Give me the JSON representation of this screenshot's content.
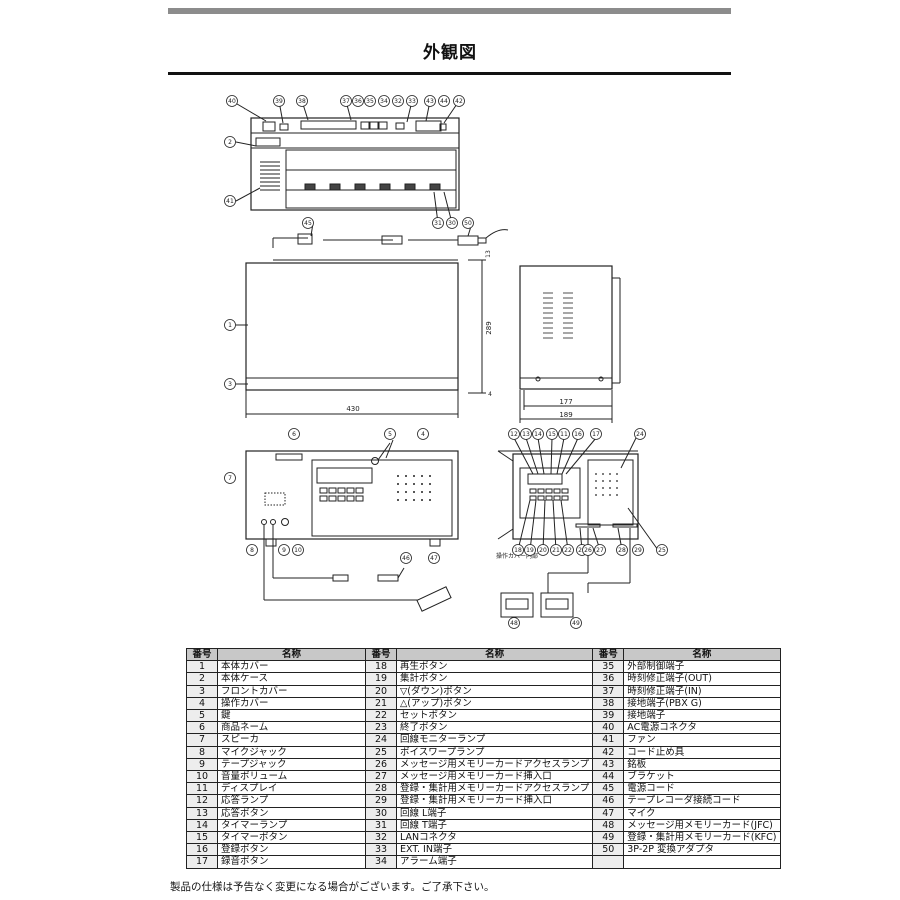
{
  "page": {
    "title": "外観図"
  },
  "drawing": {
    "dims": {
      "width": "430",
      "height": "289",
      "depth_inner": "177",
      "depth_outer": "189",
      "small_top": "13",
      "small_bottom": "4"
    },
    "notes": {
      "inner_cover": "操作カバー内部"
    },
    "callouts": [
      "1",
      "2",
      "3",
      "4",
      "5",
      "6",
      "7",
      "8",
      "9",
      "10",
      "11",
      "12",
      "13",
      "14",
      "15",
      "16",
      "17",
      "18",
      "19",
      "20",
      "21",
      "22",
      "23",
      "24",
      "25",
      "26",
      "27",
      "28",
      "29",
      "30",
      "31",
      "32",
      "33",
      "34",
      "35",
      "36",
      "37",
      "38",
      "39",
      "40",
      "41",
      "42",
      "43",
      "44",
      "45",
      "46",
      "47",
      "48",
      "49",
      "50"
    ]
  },
  "table": {
    "headers": {
      "num": "番号",
      "name": "名称"
    },
    "rows": [
      [
        {
          "n": "1",
          "t": "本体カバー"
        },
        {
          "n": "18",
          "t": "再生ボタン"
        },
        {
          "n": "35",
          "t": "外部制御端子"
        }
      ],
      [
        {
          "n": "2",
          "t": "本体ケース"
        },
        {
          "n": "19",
          "t": "集計ボタン"
        },
        {
          "n": "36",
          "t": "時刻修正端子(OUT)"
        }
      ],
      [
        {
          "n": "3",
          "t": "フロントカバー"
        },
        {
          "n": "20",
          "t": "▽(ダウン)ボタン"
        },
        {
          "n": "37",
          "t": "時刻修正端子(IN)"
        }
      ],
      [
        {
          "n": "4",
          "t": "操作カバー"
        },
        {
          "n": "21",
          "t": "△(アップ)ボタン"
        },
        {
          "n": "38",
          "t": "接地端子(PBX G)"
        }
      ],
      [
        {
          "n": "5",
          "t": "鍵"
        },
        {
          "n": "22",
          "t": "セットボタン"
        },
        {
          "n": "39",
          "t": "接地端子"
        }
      ],
      [
        {
          "n": "6",
          "t": "商品ネーム"
        },
        {
          "n": "23",
          "t": "終了ボタン"
        },
        {
          "n": "40",
          "t": "AC電源コネクタ"
        }
      ],
      [
        {
          "n": "7",
          "t": "スピーカ"
        },
        {
          "n": "24",
          "t": "回線モニターランプ"
        },
        {
          "n": "41",
          "t": "ファン"
        }
      ],
      [
        {
          "n": "8",
          "t": "マイクジャック"
        },
        {
          "n": "25",
          "t": "ボイスワープランプ"
        },
        {
          "n": "42",
          "t": "コード止め具"
        }
      ],
      [
        {
          "n": "9",
          "t": "テープジャック"
        },
        {
          "n": "26",
          "t": "メッセージ用メモリーカードアクセスランプ"
        },
        {
          "n": "43",
          "t": "銘板"
        }
      ],
      [
        {
          "n": "10",
          "t": "音量ボリューム"
        },
        {
          "n": "27",
          "t": "メッセージ用メモリーカード挿入口"
        },
        {
          "n": "44",
          "t": "ブラケット"
        }
      ],
      [
        {
          "n": "11",
          "t": "ディスプレイ"
        },
        {
          "n": "28",
          "t": "登録・集計用メモリーカードアクセスランプ"
        },
        {
          "n": "45",
          "t": "電源コード"
        }
      ],
      [
        {
          "n": "12",
          "t": "応答ランプ"
        },
        {
          "n": "29",
          "t": "登録・集計用メモリーカード挿入口"
        },
        {
          "n": "46",
          "t": "テープレコーダ接続コード"
        }
      ],
      [
        {
          "n": "13",
          "t": "応答ボタン"
        },
        {
          "n": "30",
          "t": "回線 L端子"
        },
        {
          "n": "47",
          "t": "マイク"
        }
      ],
      [
        {
          "n": "14",
          "t": "タイマーランプ"
        },
        {
          "n": "31",
          "t": "回線 T端子"
        },
        {
          "n": "48",
          "t": "メッセージ用メモリーカード(JFC)"
        }
      ],
      [
        {
          "n": "15",
          "t": "タイマーボタン"
        },
        {
          "n": "32",
          "t": "LANコネクタ"
        },
        {
          "n": "49",
          "t": "登録・集計用メモリーカード(KFC)"
        }
      ],
      [
        {
          "n": "16",
          "t": "登録ボタン"
        },
        {
          "n": "33",
          "t": "EXT. IN端子"
        },
        {
          "n": "50",
          "t": "3P-2P 変換アダプタ"
        }
      ],
      [
        {
          "n": "17",
          "t": "録音ボタン"
        },
        {
          "n": "34",
          "t": "アラーム端子"
        },
        {
          "n": "",
          "t": ""
        }
      ]
    ]
  },
  "footnote": "製品の仕様は予告なく変更になる場合がございます。ご了承下さい。"
}
